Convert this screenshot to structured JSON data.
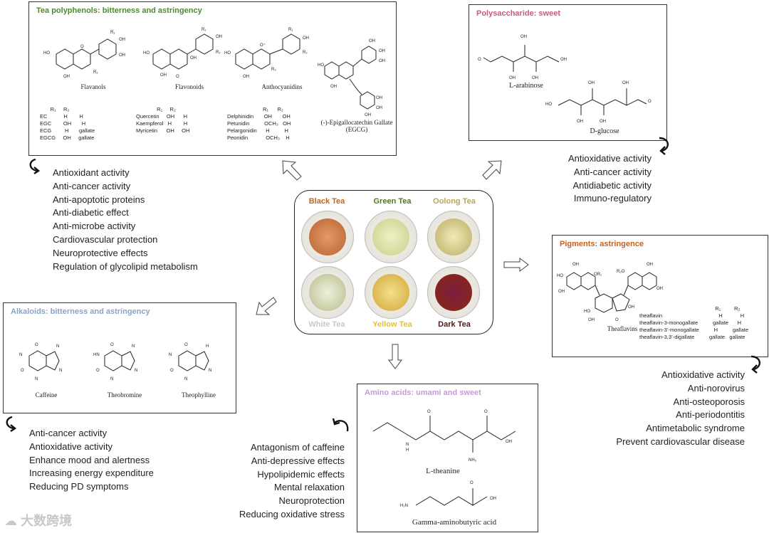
{
  "colors": {
    "polyphenol_title": "#4e8a2c",
    "polysaccharide_title": "#c85a7c",
    "alkaloid_title": "#8aa3c8",
    "pigment_title": "#c8601a",
    "amino_title": "#c69ad8",
    "black_tea": "#c0651b",
    "green_tea": "#4e7a1e",
    "oolong_tea": "#b9a65a",
    "white_tea": "#c9c9c0",
    "yellow_tea": "#e2c13a",
    "dark_tea": "#4d1b1b"
  },
  "polyphenols": {
    "title": "Tea polyphenols: bitterness and astringency",
    "structures": [
      "Flavanols",
      "Flavonoids",
      "Anthocyanidins",
      "(-)-Epigallocatechin Gallate\n(EGCG)"
    ],
    "flavanols_table": "       R₁     R₂\nEC           H        H\nEGC        OH       H\nECG         H       gallate\nEGCG     OH     gallate",
    "flavonoids_table": "              R₁     R₂\nQuercetin     OH      H\nKaempferol   H        H\nMyricetin      OH     OH",
    "anthocyanidins_table": "                        R₁      R₂\nDelphinidin       OH       OH\nPetunidin          OCH₃   OH\nPelargonidin      H          H\nPeonidin            OCH₃    H",
    "activities": [
      "Antioxidant activity",
      "Anti-cancer activity",
      "Anti-apoptotic proteins",
      "Anti-diabetic effect",
      "Anti-microbe activity",
      "Cardiovascular protection",
      "Neuroprotective effects",
      "Regulation of glycolipid metabolism"
    ]
  },
  "polysaccharide": {
    "title": "Polysaccharide: sweet",
    "structures": [
      "L-arabinose",
      "D-glucose"
    ],
    "activities": [
      "Antioxidative activity",
      "Anti-cancer activity",
      "Antidiabetic activity",
      "Immuno-regulatory"
    ]
  },
  "teas": [
    "Black Tea",
    "Green Tea",
    "Oolong Tea",
    "White Tea",
    "Yellow Tea",
    "Dark Tea"
  ],
  "alkaloids": {
    "title": "Alkaloids: bitterness and astringency",
    "structures": [
      "Caffeine",
      "Theobromine",
      "Theophylline"
    ],
    "activities": [
      "Anti-cancer activity",
      "Antioxidative activity",
      "Enhance mood and alertness",
      "Increasing energy expenditure",
      "Reducing PD symptoms"
    ]
  },
  "pigments": {
    "title": "Pigments: astringence",
    "structures": [
      "Theaflavins"
    ],
    "table": "                                                   R₁         R₂\ntheaflavin                                      H            H\ntheaflavin-3-monogallate          gallate      H\ntheaflavin-3’-monogallate          H          gallate\ntheaflavin-3,3’-digallate          gallate   gallate",
    "activities": [
      "Antioxidative activity",
      "Anti-norovirus",
      "Anti-osteoporosis",
      "Anti-periodontitis",
      "Antimetabolic syndrome",
      "Prevent cardiovascular disease"
    ]
  },
  "amino_acids": {
    "title": "Amino acids: umami and sweet",
    "structures": [
      "L-theanine",
      "Gamma-aminobutyric acid"
    ],
    "activities": [
      "Antagonism of caffeine",
      "Anti-depressive effects",
      "Hypolipidemic effects",
      "Mental relaxation",
      "Neuroprotection",
      "Reducing oxidative stress"
    ]
  },
  "watermark": "大数跨境"
}
